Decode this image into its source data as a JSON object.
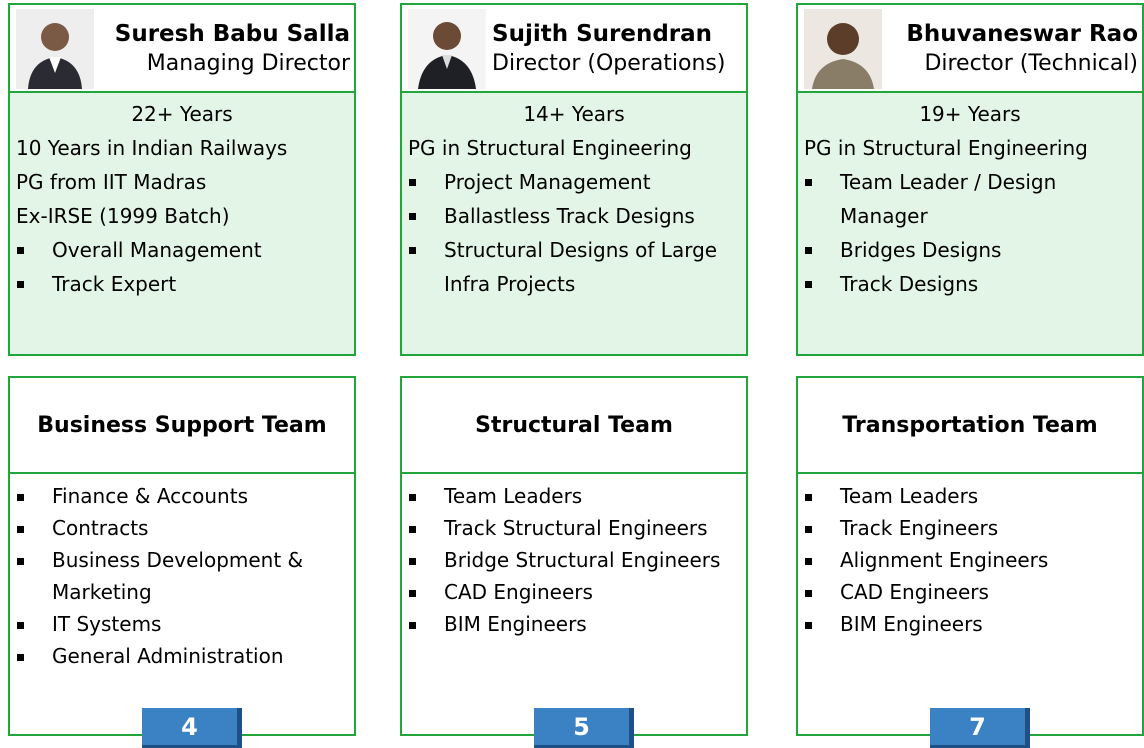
{
  "directors": [
    {
      "name": "Suresh Babu Salla",
      "role": "Managing Director",
      "years": "22+ Years",
      "lines": [
        "10 Years in Indian Railways",
        "PG from IIT Madras",
        "Ex-IRSE (1999 Batch)"
      ],
      "bullets": [
        "Overall Management",
        "Track Expert"
      ]
    },
    {
      "name": "Sujith Surendran",
      "role": "Director (Operations)",
      "years": "14+ Years",
      "lines": [
        "PG in Structural Engineering"
      ],
      "bullets": [
        "Project Management",
        "Ballastless Track Designs",
        "Structural Designs of Large Infra Projects"
      ]
    },
    {
      "name": "Bhuvaneswar Rao",
      "role": "Director (Technical)",
      "years": "19+ Years",
      "lines": [
        "PG in Structural Engineering"
      ],
      "bullets": [
        "Team Leader / Design Manager",
        "Bridges Designs",
        "Track Designs"
      ]
    }
  ],
  "teams": [
    {
      "title": "Business Support Team",
      "items": [
        "Finance & Accounts",
        "Contracts",
        "Business Development & Marketing",
        "IT Systems",
        "General Administration"
      ],
      "count": "4"
    },
    {
      "title": "Structural Team",
      "items": [
        "Team Leaders",
        "Track Structural Engineers",
        "Bridge Structural Engineers",
        "CAD Engineers",
        "BIM Engineers"
      ],
      "count": "5"
    },
    {
      "title": "Transportation Team",
      "items": [
        "Team Leaders",
        "Track Engineers",
        "Alignment Engineers",
        "CAD Engineers",
        "BIM Engineers"
      ],
      "count": "7"
    }
  ],
  "colors": {
    "border": "#22a63b",
    "panel": "#e3f5e6",
    "badge": "#3b82c4"
  }
}
